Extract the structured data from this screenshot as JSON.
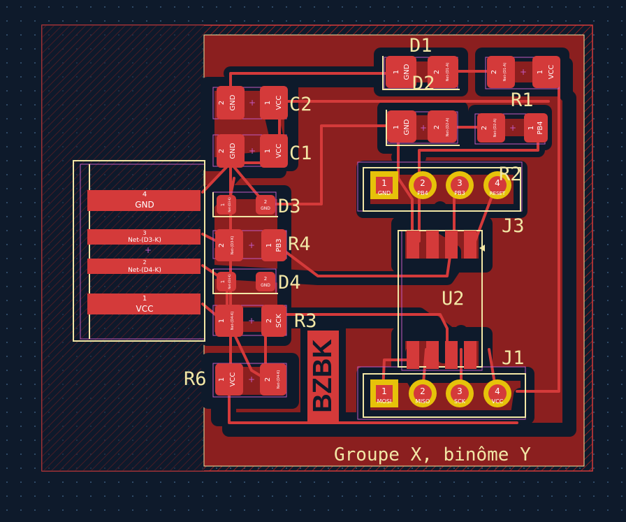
{
  "colors": {
    "background": "#0e1a2b",
    "grid_dot": "#3a5a7a",
    "copper_fill": "#8b1f1f",
    "copper_pad": "#d43a3a",
    "trace": "#d43a3a",
    "silkscreen": "#f2e7a6",
    "fab_outline": "#c25ac2",
    "edge_cuts": "#d43a3a",
    "through_hole": "#e6c20a"
  },
  "board_text": {
    "group_label": "Groupe X, binôme Y",
    "logo": "BZBK"
  },
  "references": {
    "D1": "D1",
    "D2": "D2",
    "R1": "R1",
    "C2": "C2",
    "C1": "C1",
    "R2": "R2",
    "D3": "D3",
    "J3": "J3",
    "R4": "R4",
    "D4": "D4",
    "U2": "U2",
    "R3": "R3",
    "J1": "J1",
    "R6": "R6"
  },
  "pads": {
    "c2_p2": {
      "num": "2",
      "net": "GND"
    },
    "c2_p1": {
      "num": "1",
      "net": "VCC"
    },
    "c1_p2": {
      "num": "2",
      "net": "GND"
    },
    "c1_p1": {
      "num": "1",
      "net": "VCC"
    },
    "d1_p1": {
      "num": "1",
      "net": "GND"
    },
    "d1_p2": {
      "num": "2",
      "net": "Net-(D1-A)"
    },
    "r1_p2": {
      "num": "2",
      "net": "Net-(D1-A)"
    },
    "r1_p1": {
      "num": "1",
      "net": "VCC"
    },
    "d2_p1": {
      "num": "1",
      "net": "GND"
    },
    "d2_p2": {
      "num": "2",
      "net": "Net-(D2-A)"
    },
    "r2_p2": {
      "num": "2",
      "net": "Net-(D2-A)"
    },
    "r2_p1": {
      "num": "1",
      "net": "PB4"
    },
    "d3_p1": {
      "num": "1",
      "net": "Net-(D3-K)"
    },
    "d3_p2": {
      "num": "2",
      "net": "GND"
    },
    "r4_p2": {
      "num": "2",
      "net": "Net-(D3-K)"
    },
    "r4_p1": {
      "num": "1",
      "net": "PB3"
    },
    "d4_p1": {
      "num": "1",
      "net": "Net-(D4-K)"
    },
    "d4_p2": {
      "num": "2",
      "net": "GND"
    },
    "r3_p1": {
      "num": "1",
      "net": "Net-(D4-K)"
    },
    "r3_p2": {
      "num": "2",
      "net": "SCK"
    },
    "r6_p1": {
      "num": "1",
      "net": "VCC"
    },
    "r6_p2": {
      "num": "2",
      "net": "Net-(D4-K)"
    }
  },
  "connector_left": [
    {
      "num": "4",
      "net": "GND"
    },
    {
      "num": "3",
      "net": "Net-(D3-K)"
    },
    {
      "num": "2",
      "net": "Net-(D4-K)"
    },
    {
      "num": "1",
      "net": "VCC"
    }
  ],
  "j3_pins": [
    {
      "num": "1",
      "net": "GND"
    },
    {
      "num": "2",
      "net": "PB4"
    },
    {
      "num": "3",
      "net": "PB3"
    },
    {
      "num": "4",
      "net": "RESET"
    }
  ],
  "j1_pins": [
    {
      "num": "1",
      "net": "MOSI"
    },
    {
      "num": "2",
      "net": "MISO"
    },
    {
      "num": "3",
      "net": "SCK"
    },
    {
      "num": "4",
      "net": "VCC"
    }
  ]
}
